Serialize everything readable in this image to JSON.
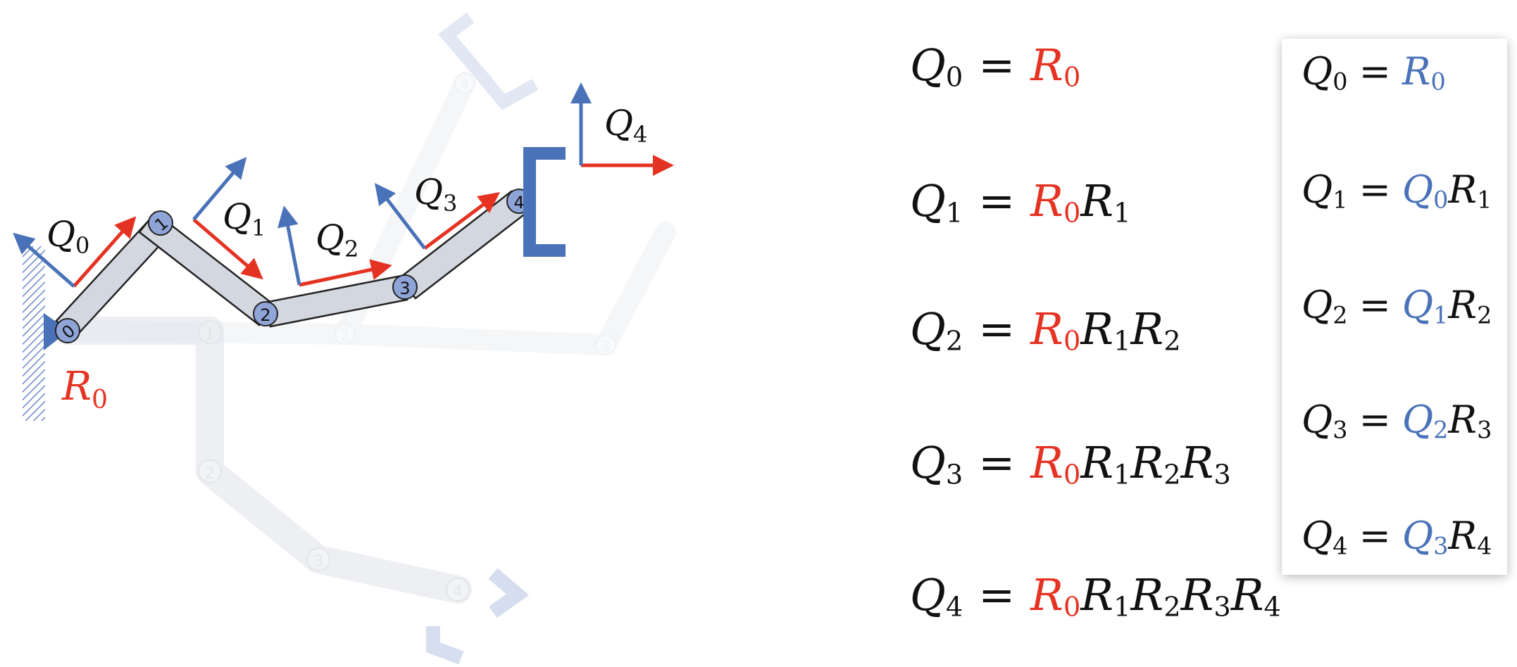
{
  "colors": {
    "red": "#e53323",
    "blue": "#4a72b9",
    "text": "#111111"
  },
  "diagram": {
    "frame_labels": {
      "q0": "Q",
      "q0_sub": "0",
      "q1": "Q",
      "q1_sub": "1",
      "q2": "Q",
      "q2_sub": "2",
      "q3": "Q",
      "q3_sub": "3",
      "q4": "Q",
      "q4_sub": "4",
      "r0": "R",
      "r0_sub": "0"
    },
    "joint_labels": [
      "0",
      "1",
      "2",
      "3",
      "4"
    ],
    "ghost_joint_labels_lower": [
      "1",
      "2",
      "3",
      "4"
    ],
    "ghost_joint_labels_upper": [
      "2",
      "3",
      "4"
    ]
  },
  "equations_left": [
    {
      "lhs": "Q",
      "lhs_sub": "0",
      "terms": [
        {
          "t": "R",
          "s": "0",
          "c": "red"
        }
      ]
    },
    {
      "lhs": "Q",
      "lhs_sub": "1",
      "terms": [
        {
          "t": "R",
          "s": "0",
          "c": "red"
        },
        {
          "t": "R",
          "s": "1",
          "c": ""
        }
      ]
    },
    {
      "lhs": "Q",
      "lhs_sub": "2",
      "terms": [
        {
          "t": "R",
          "s": "0",
          "c": "red"
        },
        {
          "t": "R",
          "s": "1",
          "c": ""
        },
        {
          "t": "R",
          "s": "2",
          "c": ""
        }
      ]
    },
    {
      "lhs": "Q",
      "lhs_sub": "3",
      "terms": [
        {
          "t": "R",
          "s": "0",
          "c": "red"
        },
        {
          "t": "R",
          "s": "1",
          "c": ""
        },
        {
          "t": "R",
          "s": "2",
          "c": ""
        },
        {
          "t": "R",
          "s": "3",
          "c": ""
        }
      ]
    },
    {
      "lhs": "Q",
      "lhs_sub": "4",
      "terms": [
        {
          "t": "R",
          "s": "0",
          "c": "red"
        },
        {
          "t": "R",
          "s": "1",
          "c": ""
        },
        {
          "t": "R",
          "s": "2",
          "c": ""
        },
        {
          "t": "R",
          "s": "3",
          "c": ""
        },
        {
          "t": "R",
          "s": "4",
          "c": ""
        }
      ]
    }
  ],
  "equations_right": [
    {
      "lhs": "Q",
      "lhs_sub": "0",
      "terms": [
        {
          "t": "R",
          "s": "0",
          "c": "blue"
        }
      ]
    },
    {
      "lhs": "Q",
      "lhs_sub": "1",
      "terms": [
        {
          "t": "Q",
          "s": "0",
          "c": "blue"
        },
        {
          "t": "R",
          "s": "1",
          "c": ""
        }
      ]
    },
    {
      "lhs": "Q",
      "lhs_sub": "2",
      "terms": [
        {
          "t": "Q",
          "s": "1",
          "c": "blue"
        },
        {
          "t": "R",
          "s": "2",
          "c": ""
        }
      ]
    },
    {
      "lhs": "Q",
      "lhs_sub": "3",
      "terms": [
        {
          "t": "Q",
          "s": "2",
          "c": "blue"
        },
        {
          "t": "R",
          "s": "3",
          "c": ""
        }
      ]
    },
    {
      "lhs": "Q",
      "lhs_sub": "4",
      "terms": [
        {
          "t": "Q",
          "s": "3",
          "c": "blue"
        },
        {
          "t": "R",
          "s": "4",
          "c": ""
        }
      ]
    }
  ],
  "equals_sign": "="
}
